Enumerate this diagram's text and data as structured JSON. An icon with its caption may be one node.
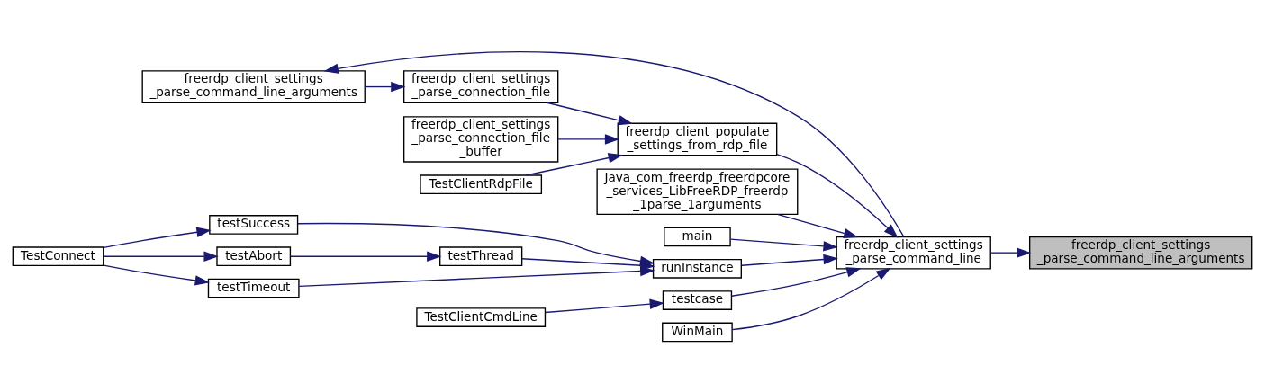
{
  "diagram": {
    "nodes": [
      {
        "text": [
          "freerdp_client_settings _parse_command_line_arguments"
        ]
      },
      {
        "text": [
          "freerdp_client_settings _parse_command_line"
        ]
      },
      {
        "text": [
          "freerdp_client_settings _parse_command_line_arguments"
        ]
      },
      {
        "text": [
          "freerdp_client_settings _parse_connection_file"
        ]
      },
      {
        "text": [
          "freerdp_client_settings _parse_connection_file _buffer"
        ]
      },
      {
        "text": [
          "TestClientRdpFile"
        ]
      },
      {
        "text": [
          "freerdp_client_populate _settings_from_rdp_file"
        ]
      },
      {
        "text": [
          "Java_com_freerdp_freerdpcore _services_LibFreeRDP_freerdp _1parse_1arguments"
        ]
      },
      {
        "text": [
          "main"
        ]
      },
      {
        "text": [
          "runInstance"
        ]
      },
      {
        "text": [
          "testcase"
        ]
      },
      {
        "text": [
          "WinMain"
        ]
      },
      {
        "text": [
          "testSuccess"
        ]
      },
      {
        "text": [
          "testAbort"
        ]
      },
      {
        "text": [
          "testThread"
        ]
      },
      {
        "text": [
          "testTimeout"
        ]
      },
      {
        "text": [
          "TestClientCmdLine"
        ]
      },
      {
        "text": [
          "TestConnect"
        ]
      }
    ],
    "edges": [
      {
        "from": 1,
        "to": 0,
        "arrow": "to"
      },
      {
        "from": 1,
        "to": 2,
        "arrow": "to"
      },
      {
        "from": 2,
        "to": 3,
        "arrow": "to"
      },
      {
        "from": 3,
        "to": 6,
        "arrow": "to"
      },
      {
        "from": 4,
        "to": 6,
        "arrow": "to"
      },
      {
        "from": 5,
        "to": 6,
        "arrow": "to"
      },
      {
        "from": 6,
        "to": 1,
        "arrow": "to"
      },
      {
        "from": 7,
        "to": 1,
        "arrow": "to"
      },
      {
        "from": 8,
        "to": 1,
        "arrow": "to"
      },
      {
        "from": 9,
        "to": 1,
        "arrow": "to"
      },
      {
        "from": 10,
        "to": 1,
        "arrow": "to"
      },
      {
        "from": 11,
        "to": 1,
        "arrow": "to"
      },
      {
        "from": 12,
        "to": 9,
        "arrow": "to"
      },
      {
        "from": 14,
        "to": 9,
        "arrow": "to"
      },
      {
        "from": 15,
        "to": 9,
        "arrow": "to"
      },
      {
        "from": 13,
        "to": 14,
        "arrow": "to"
      },
      {
        "from": 17,
        "to": 12,
        "arrow": "to"
      },
      {
        "from": 17,
        "to": 13,
        "arrow": "to"
      },
      {
        "from": 17,
        "to": 15,
        "arrow": "to"
      },
      {
        "from": 16,
        "to": 10,
        "arrow": "to"
      }
    ]
  }
}
